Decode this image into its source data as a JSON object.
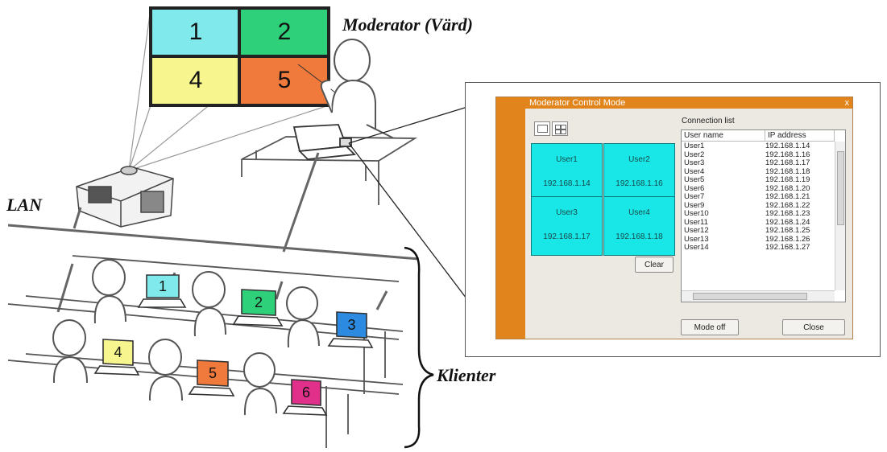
{
  "labels": {
    "moderator": "Moderator (Värd)",
    "lan": "LAN",
    "clients": "Klienter"
  },
  "screen_cells": [
    {
      "number": "1",
      "color": "#7fe9ec"
    },
    {
      "number": "2",
      "color": "#2fd07a"
    },
    {
      "number": "4",
      "color": "#f6f58e"
    },
    {
      "number": "5",
      "color": "#f07a3c"
    }
  ],
  "laptops": [
    {
      "number": "1",
      "color": "#7fe9ec"
    },
    {
      "number": "2",
      "color": "#2fd07a"
    },
    {
      "number": "3",
      "color": "#2c8be0"
    },
    {
      "number": "4",
      "color": "#f6f58e"
    },
    {
      "number": "5",
      "color": "#f07a3c"
    },
    {
      "number": "6",
      "color": "#e0308a"
    }
  ],
  "dialog": {
    "title": "Moderator Control Mode",
    "close_glyph": "x",
    "tiles": [
      {
        "user": "User1",
        "ip": "192.168.1.14"
      },
      {
        "user": "User2",
        "ip": "192.168.1.16"
      },
      {
        "user": "User3",
        "ip": "192.168.1.17"
      },
      {
        "user": "User4",
        "ip": "192.168.1.18"
      }
    ],
    "clear_label": "Clear",
    "connection_list_label": "Connection list",
    "columns": [
      "User name",
      "IP address"
    ],
    "rows": [
      {
        "user": "User1",
        "ip": "192.168.1.14"
      },
      {
        "user": "User2",
        "ip": "192.168.1.16"
      },
      {
        "user": "User3",
        "ip": "192.168.1.17"
      },
      {
        "user": "User4",
        "ip": "192.168.1.18"
      },
      {
        "user": "User5",
        "ip": "192.168.1.19"
      },
      {
        "user": "User6",
        "ip": "192.168.1.20"
      },
      {
        "user": "User7",
        "ip": "192.168.1.21"
      },
      {
        "user": "User9",
        "ip": "192.168.1.22"
      },
      {
        "user": "User10",
        "ip": "192.168.1.23"
      },
      {
        "user": "User11",
        "ip": "192.168.1.24"
      },
      {
        "user": "User12",
        "ip": "192.168.1.25"
      },
      {
        "user": "User13",
        "ip": "192.168.1.26"
      },
      {
        "user": "User14",
        "ip": "192.168.1.27"
      }
    ],
    "mode_off_label": "Mode off",
    "close_label": "Close",
    "accent_color": "#e2841c",
    "tile_color": "#19e6e6"
  }
}
